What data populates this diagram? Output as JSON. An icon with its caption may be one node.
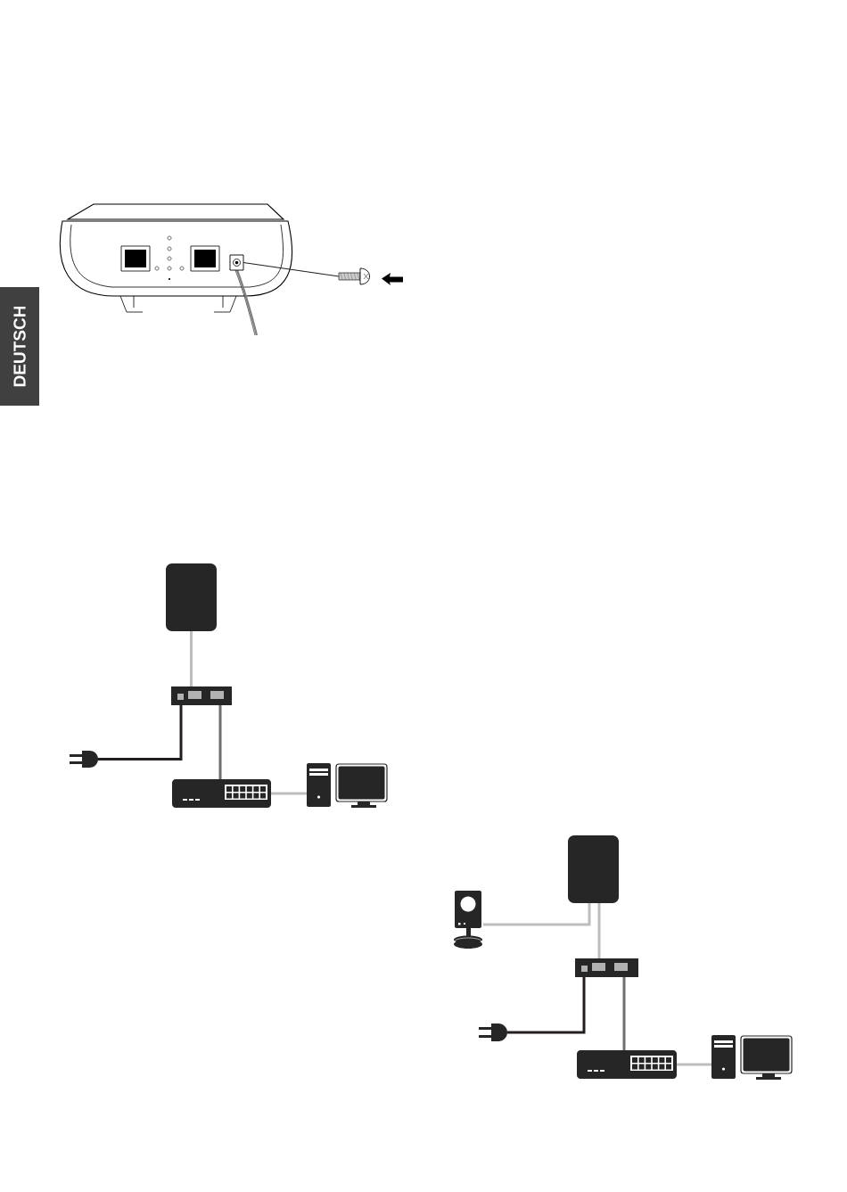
{
  "diagram": {
    "nodes": [
      {
        "text": [
          "DEUTSCH"
        ]
      },
      {
        "text": [],
        "shape": "box"
      },
      {
        "text": [],
        "shape": "screw"
      },
      {
        "text": [],
        "shape": "box"
      },
      {
        "text": [],
        "shape": "box"
      },
      {
        "text": [],
        "shape": "plug"
      },
      {
        "text": [],
        "shape": "box"
      },
      {
        "text": [],
        "shape": "computer"
      },
      {
        "text": [],
        "shape": "box"
      },
      {
        "text": [],
        "shape": "camera"
      },
      {
        "text": [],
        "shape": "box"
      },
      {
        "text": [],
        "shape": "plug"
      },
      {
        "text": [],
        "shape": "box"
      },
      {
        "text": [],
        "shape": "computer"
      }
    ],
    "edges": [
      {
        "from": 1,
        "to": 2,
        "arrow": "none",
        "color": "#231f20"
      },
      {
        "from": 3,
        "to": 4,
        "arrow": "none"
      },
      {
        "from": 4,
        "to": 5,
        "arrow": "none",
        "color": "#231f20"
      },
      {
        "from": 4,
        "to": 6,
        "arrow": "none",
        "color": "#6e6e6e"
      },
      {
        "from": 6,
        "to": 7,
        "arrow": "none"
      },
      {
        "from": 9,
        "to": 8,
        "arrow": "none"
      },
      {
        "from": 8,
        "to": 10,
        "arrow": "none"
      },
      {
        "from": 10,
        "to": 11,
        "arrow": "none",
        "color": "#231f20"
      },
      {
        "from": 10,
        "to": 12,
        "arrow": "none",
        "color": "#6e6e6e"
      },
      {
        "from": 12,
        "to": 13,
        "arrow": "none"
      }
    ]
  }
}
